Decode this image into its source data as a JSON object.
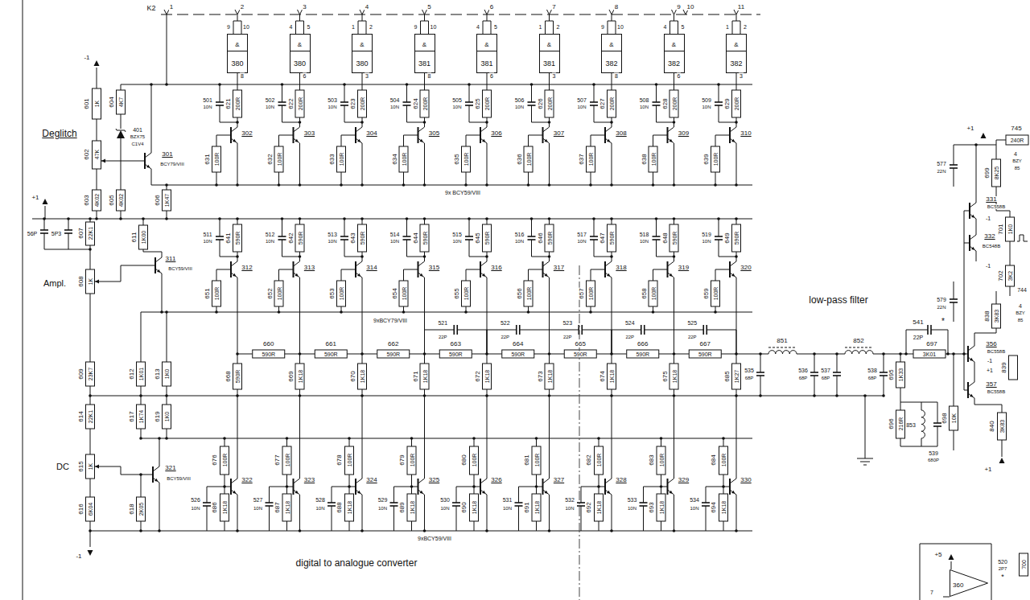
{
  "diagram": {
    "nodes": [
      {
        "text": [
          "&",
          "380"
        ]
      },
      {
        "text": [
          "&",
          "380"
        ]
      },
      {
        "text": [
          "&",
          "380"
        ]
      },
      {
        "text": [
          "&",
          "381"
        ]
      },
      {
        "text": [
          "&",
          "381"
        ]
      },
      {
        "text": [
          "&",
          "381"
        ]
      },
      {
        "text": [
          "&",
          "382"
        ]
      },
      {
        "text": [
          "&",
          "382"
        ]
      },
      {
        "text": [
          "&",
          "382"
        ]
      },
      {
        "text": [
          "360"
        ]
      }
    ],
    "labels": [
      "K2",
      "1",
      "2",
      "3",
      "4",
      "5",
      "6",
      "7",
      "8",
      "9",
      "10",
      "11",
      "9",
      "10",
      "8",
      "4",
      "5",
      "6",
      "1",
      "2",
      "3",
      "9",
      "10",
      "8",
      "4",
      "5",
      "6",
      "1",
      "2",
      "3",
      "9",
      "10",
      "8",
      "4",
      "5",
      "6",
      "1",
      "2",
      "3",
      "Deglitch",
      "-1",
      "601",
      "1K",
      "604",
      "4K7",
      "401",
      "BZX75",
      "C1V4",
      "602",
      "47K",
      "301",
      "BCY79/VIII",
      "+1",
      "603",
      "4K02",
      "605",
      "4K02",
      "606",
      "1K47",
      "56P",
      "5P3",
      "607",
      "22K1",
      "611",
      "1K00",
      "311",
      "BCY59/VIII",
      "Ampl.",
      "608",
      "1K",
      "609",
      "23K7",
      "612",
      "1K01",
      "613",
      "1K0",
      "614",
      "22K1",
      "617",
      "1K74",
      "619",
      "1K0",
      "DC",
      "615",
      "1K",
      "616",
      "6K04",
      "618",
      "2K05",
      "321",
      "BCY59/VIII",
      "-1",
      "501",
      "10N",
      "621",
      "200R",
      "631",
      "100R",
      "302",
      "502",
      "10N",
      "622",
      "200R",
      "632",
      "100R",
      "303",
      "503",
      "10N",
      "623",
      "200R",
      "633",
      "100R",
      "304",
      "504",
      "10N",
      "624",
      "200R",
      "634",
      "100R",
      "305",
      "505",
      "10N",
      "625",
      "200R",
      "635",
      "100R",
      "306",
      "506",
      "10N",
      "626",
      "200R",
      "636",
      "100R",
      "307",
      "507",
      "10N",
      "627",
      "200R",
      "637",
      "100R",
      "308",
      "508",
      "10N",
      "628",
      "200R",
      "638",
      "100R",
      "309",
      "509",
      "10N",
      "629",
      "200R",
      "639",
      "100R",
      "310",
      "9x BCY59/VIII",
      "511",
      "10N",
      "641",
      "590R",
      "651",
      "100R",
      "312",
      "512",
      "10N",
      "642",
      "590R",
      "652",
      "100R",
      "313",
      "513",
      "10N",
      "643",
      "590R",
      "653",
      "100R",
      "314",
      "514",
      "10N",
      "644",
      "590R",
      "654",
      "100R",
      "315",
      "515",
      "10N",
      "645",
      "590R",
      "655",
      "100R",
      "316",
      "516",
      "10N",
      "646",
      "590R",
      "656",
      "100R",
      "317",
      "517",
      "10N",
      "647",
      "590R",
      "657",
      "100R",
      "318",
      "518",
      "10N",
      "648",
      "590R",
      "658",
      "100R",
      "319",
      "519",
      "10N",
      "649",
      "590R",
      "659",
      "100R",
      "320",
      "9xBCY79/VIII",
      "521",
      "22P",
      "522",
      "22P",
      "523",
      "22P",
      "524",
      "22P",
      "525",
      "22P",
      "660",
      "590R",
      "661",
      "590R",
      "662",
      "590R",
      "663",
      "590R",
      "664",
      "590R",
      "665",
      "590R",
      "666",
      "590R",
      "667",
      "590R",
      "668",
      "590R",
      "669",
      "1K18",
      "670",
      "1K18",
      "671",
      "1K18",
      "672",
      "1K18",
      "673",
      "1K18",
      "674",
      "1K18",
      "675",
      "1K18",
      "685",
      "1K27",
      "676",
      "100R",
      "526",
      "10N",
      "686",
      "1K18",
      "322",
      "677",
      "100R",
      "527",
      "10N",
      "687",
      "1K18",
      "323",
      "678",
      "100R",
      "528",
      "10N",
      "688",
      "1K18",
      "324",
      "679",
      "100R",
      "529",
      "10N",
      "689",
      "1K18",
      "325",
      "680",
      "100R",
      "530",
      "10N",
      "690",
      "1K18",
      "326",
      "681",
      "100R",
      "531",
      "10N",
      "691",
      "1K18",
      "327",
      "682",
      "100R",
      "532",
      "10N",
      "692",
      "1K18",
      "328",
      "683",
      "100R",
      "533",
      "10N",
      "693",
      "1K18",
      "329",
      "684",
      "100R",
      "534",
      "10N",
      "694",
      "1K18",
      "330",
      "9xBCY59/VIII",
      "low-pass filter",
      "851",
      "852",
      "535",
      "68P",
      "536",
      "68P",
      "537",
      "68P",
      "538",
      "68P",
      "695",
      "1K33",
      "696",
      "216R",
      "853",
      "539",
      "680P",
      "698",
      "10K",
      "541",
      "22P",
      "*",
      "697",
      "3K01",
      "+1",
      "745",
      "240R",
      "4",
      "BZY",
      "85",
      "577",
      "22N",
      "699",
      "8K25",
      "331",
      "BC558B",
      "-1",
      "701",
      "1K0",
      "332",
      "BC548B",
      "-1",
      "702",
      "3K2",
      "744",
      "4",
      "BZY",
      "85",
      "579",
      "22N",
      "838",
      "3K83",
      "356",
      "BC558B",
      "-1",
      "+1",
      "839",
      "357",
      "BC558B",
      "840",
      "3K83",
      "+1",
      "+5",
      "7",
      "520",
      "2P7",
      "*",
      "700",
      "digital to analogue converter"
    ]
  }
}
